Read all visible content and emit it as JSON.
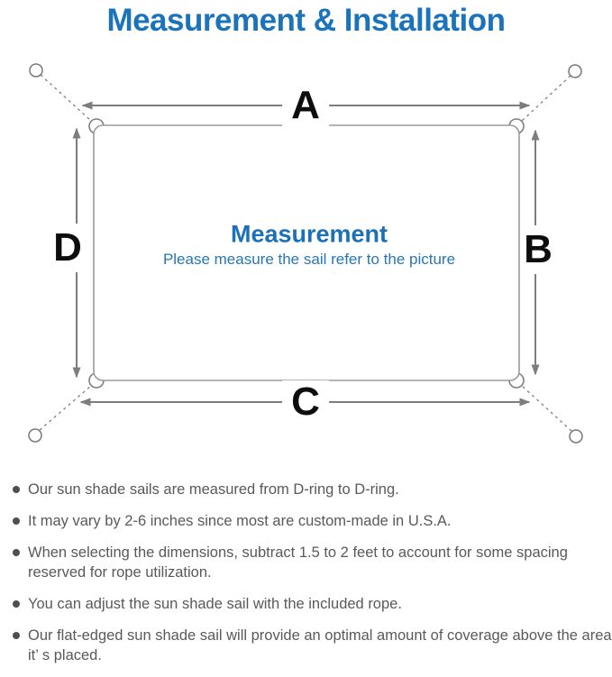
{
  "page": {
    "title": "Measurement & Installation"
  },
  "colors": {
    "accent_blue": "#1b74bb",
    "subtitle_blue": "#2677b5",
    "diagram_line_gray": "#7d7d7d",
    "sail_border_gray": "#9b9b9b",
    "note_text_gray": "#59595b",
    "label_black": "#0d0d0d"
  },
  "diagram": {
    "center_heading": "Measurement",
    "center_subtitle": "Please measure the sail refer to the picture",
    "dimension_labels": {
      "top": "A",
      "right": "B",
      "bottom": "C",
      "left": "D"
    }
  },
  "notes": [
    "Our sun shade sails are measured from D-ring to D-ring.",
    "It may vary by 2-6 inches since most are custom-made in U.S.A.",
    "When selecting the dimensions, subtract 1.5 to 2 feet to account for some spacing reserved for rope utilization.",
    "You can adjust the sun shade sail with the included rope.",
    "Our flat-edged sun shade sail will provide an optimal amount of coverage above the area it’ s placed."
  ]
}
